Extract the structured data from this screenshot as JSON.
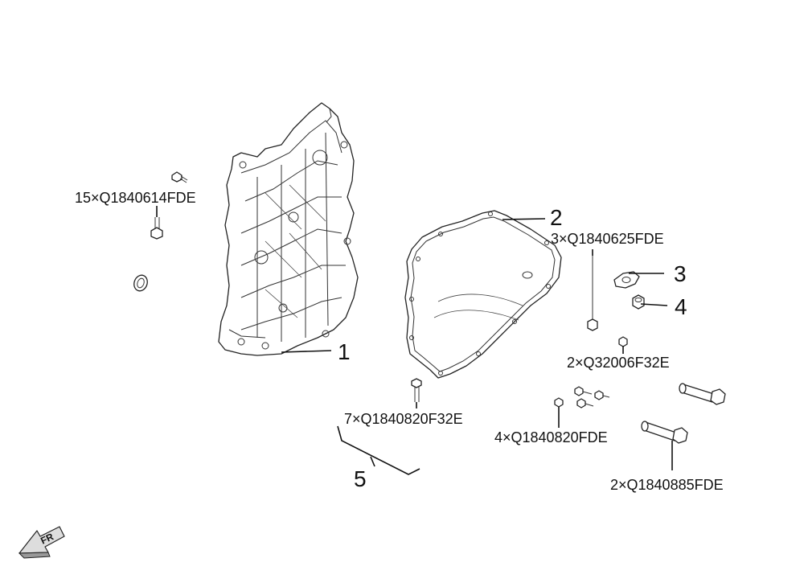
{
  "callouts": {
    "c1": "1",
    "c2": "2",
    "c3": "3",
    "c4": "4",
    "c5": "5"
  },
  "part_numbers": {
    "p1": "15×Q1840614FDE",
    "p2": "3×Q1840625FDE",
    "p3": "2×Q32006F32E",
    "p4": "7×Q1840820F32E",
    "p5": "4×Q1840820FDE",
    "p6": "2×Q1840885FDE"
  },
  "direction_arrow": {
    "label": "FR"
  },
  "colors": {
    "line": "#111111",
    "background": "#ffffff"
  }
}
